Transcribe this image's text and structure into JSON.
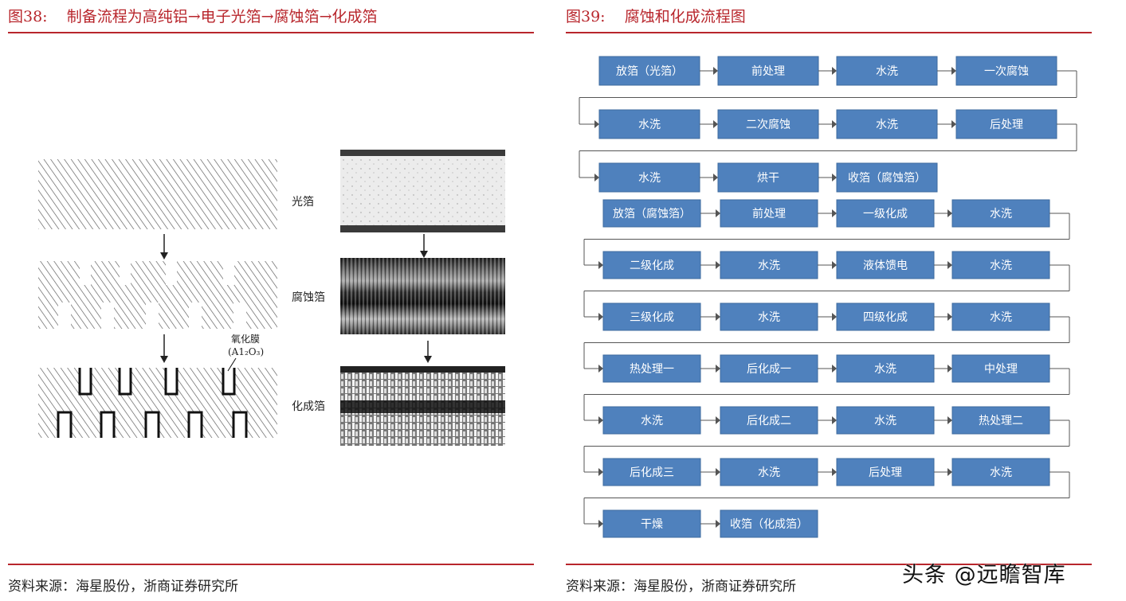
{
  "fig38": {
    "title": "图38:    制备流程为高纯铝→电子光箔→腐蚀箔→化成箔",
    "labels": [
      "光箔",
      "腐蚀箔",
      "化成箔"
    ],
    "oxide_label": "氧化膜",
    "oxide_formula": "(A1₂O₃)",
    "source": "资料来源：海星股份，浙商证券研究所"
  },
  "fig39": {
    "title": "图39:    腐蚀和化成流程图",
    "source": "资料来源：海星股份，浙商证券研究所",
    "corrosion_rows": [
      [
        "放箔（光箔）",
        "前处理",
        "水洗",
        "一次腐蚀"
      ],
      [
        "水洗",
        "二次腐蚀",
        "水洗",
        "后处理"
      ],
      [
        "水洗",
        "烘干",
        "收箔（腐蚀箔）"
      ]
    ],
    "formation_rows": [
      [
        "放箔（腐蚀箔）",
        "前处理",
        "一级化成",
        "水洗"
      ],
      [
        "二级化成",
        "水洗",
        "液体馈电",
        "水洗"
      ],
      [
        "三级化成",
        "水洗",
        "四级化成",
        "水洗"
      ],
      [
        "热处理一",
        "后化成一",
        "水洗",
        "中处理"
      ],
      [
        "水洗",
        "后化成二",
        "水洗",
        "热处理二"
      ],
      [
        "后化成三",
        "水洗",
        "后处理",
        "水洗"
      ],
      [
        "干燥",
        "收箔（化成箔）"
      ]
    ],
    "colors": {
      "box_fill": "#4f81bd",
      "box_border": "#3c6a9e",
      "connector": "#555555"
    }
  },
  "watermark": "头条 @远瞻智库"
}
